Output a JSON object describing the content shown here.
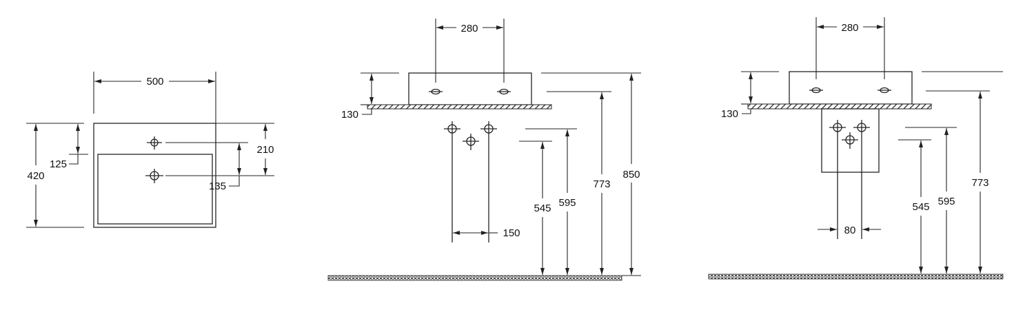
{
  "plan_view": {
    "width": "500",
    "depth": "420",
    "tap_hole_offset": "125",
    "waste_to_back": "210",
    "tap_to_waste": "135"
  },
  "wall_hung_view": {
    "tap_hole_spacing": "280",
    "basin_height": "130",
    "trap_spacing": "150",
    "height_545": "545",
    "height_595": "595",
    "height_773": "773",
    "height_850": "850"
  },
  "pedestal_view": {
    "tap_hole_spacing": "280",
    "basin_height": "130",
    "trap_spacing": "80",
    "height_545": "545",
    "height_595": "595",
    "height_773": "773"
  },
  "colors": {
    "line": "#222222",
    "background": "#ffffff"
  }
}
